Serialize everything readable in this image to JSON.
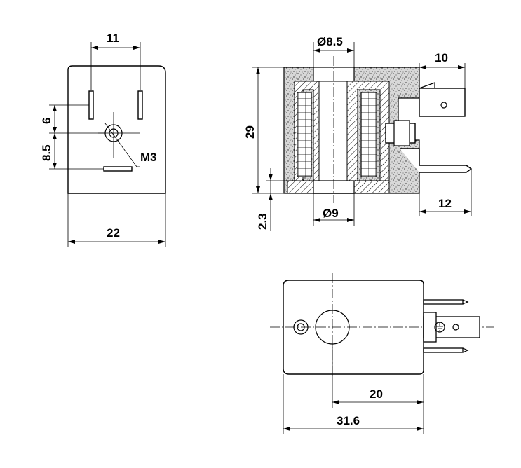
{
  "dimensions": {
    "front_pin_spacing": "11",
    "front_pin_height": "6",
    "front_screw_offset": "8.5",
    "front_screw_label": "M3",
    "front_width": "22",
    "section_top_bore": "Ø8.5",
    "section_bottom_bore": "Ø9",
    "section_height": "29",
    "section_base": "2.3",
    "section_tab_length": "10",
    "section_pin_length": "12",
    "top_center_offset": "20",
    "top_length": "31.6"
  }
}
